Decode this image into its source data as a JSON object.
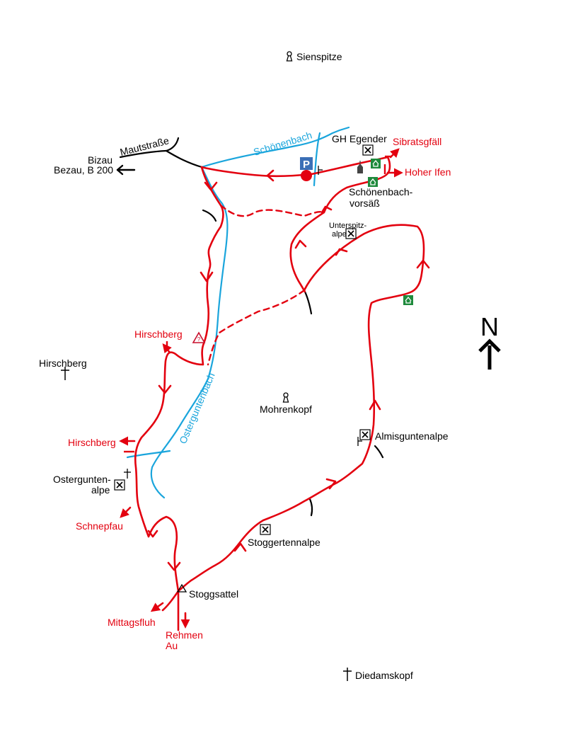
{
  "colors": {
    "route": "#e3000f",
    "water": "#1aa5dc",
    "road": "#000000",
    "hut_green": "#1e8a3c",
    "parking_blue": "#3b6fb6"
  },
  "labels": {
    "sienspitze": "Sienspitze",
    "mautstrasse": "Mautstraße",
    "bizau": "Bizau",
    "bezau": "Bezau, B 200",
    "schoenenbach_stream": "Schönenbach",
    "gh_egender": "GH Egender",
    "sibratsgfaell": "Sibratsgfäll",
    "hoher_ifen": "Hoher Ifen",
    "schoenenbach_vorsaess_1": "Schönenbach-",
    "schoenenbach_vorsaess_2": "vorsäß",
    "unterspitzalpe_1": "Unterspitz-",
    "unterspitzalpe_2": "alpe",
    "hirschberg_route_1": "Hirschberg",
    "hirschberg_peak": "Hirschberg",
    "hirschberg_route_2": "Hirschberg",
    "mohrenkopf": "Mohrenkopf",
    "osterguntenbach": "Osterguntenbach",
    "almisguntenalpe": "Almisguntenalpe",
    "osterguntenalpe_1": "Ostergunten-",
    "osterguntenalpe_2": "alpe",
    "schnepfau": "Schnepfau",
    "stoggertennalpe": "Stoggertennalpe",
    "stoggsattel": "Stoggsattel",
    "mittagsfluh": "Mittagsfluh",
    "rehmen": "Rehmen",
    "au": "Au",
    "diedamskopf": "Diedamskopf",
    "north": "N",
    "parking": "P"
  },
  "icons": {
    "peak_marker": "peak-marker-icon",
    "summit_cross": "summit-cross-icon",
    "restaurant": "restaurant-icon",
    "hut": "hut-icon",
    "chapel": "chapel-icon",
    "parking": "parking-icon",
    "warning": "warning-triangle-icon",
    "pass": "pass-triangle-icon",
    "start_point": "start-point-icon",
    "north_arrow": "north-arrow-icon"
  }
}
